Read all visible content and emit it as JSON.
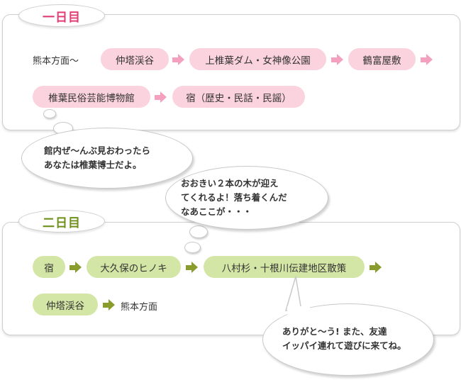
{
  "day1": {
    "title": "一日目",
    "start": "熊本方面〜",
    "row1": [
      "仲塔渓谷",
      "上椎葉ダム・女神像公園",
      "鶴富屋敷"
    ],
    "row2": [
      "椎葉民俗芸能博物館",
      "宿（歴史・民話・民謡）"
    ]
  },
  "day2": {
    "title": "二日目",
    "row1": [
      "宿",
      "大久保のヒノキ",
      "八村杉・十根川伝建地区散策"
    ],
    "row2_pill": "仲塔渓谷",
    "end": "熊本方面"
  },
  "bubbles": {
    "museum": "館内ぜ〜んぶ見おわったら\nあなたは椎葉博士だよ。",
    "trees": "おおきい２本の木が迎え\nてくれるよ！落ち着くんだ\nなあここが・・・",
    "thanks": "ありがと〜う! また、友達\nイッパイ連れて遊びに来てね。"
  },
  "colors": {
    "day1_accent": "#e23c74",
    "day1_pill": "#fad3df",
    "day1_arrow": "#f4a0bf",
    "day2_accent": "#6f8f1c",
    "day2_pill": "#d4e6a5",
    "day2_arrow": "#8a9c2e"
  }
}
